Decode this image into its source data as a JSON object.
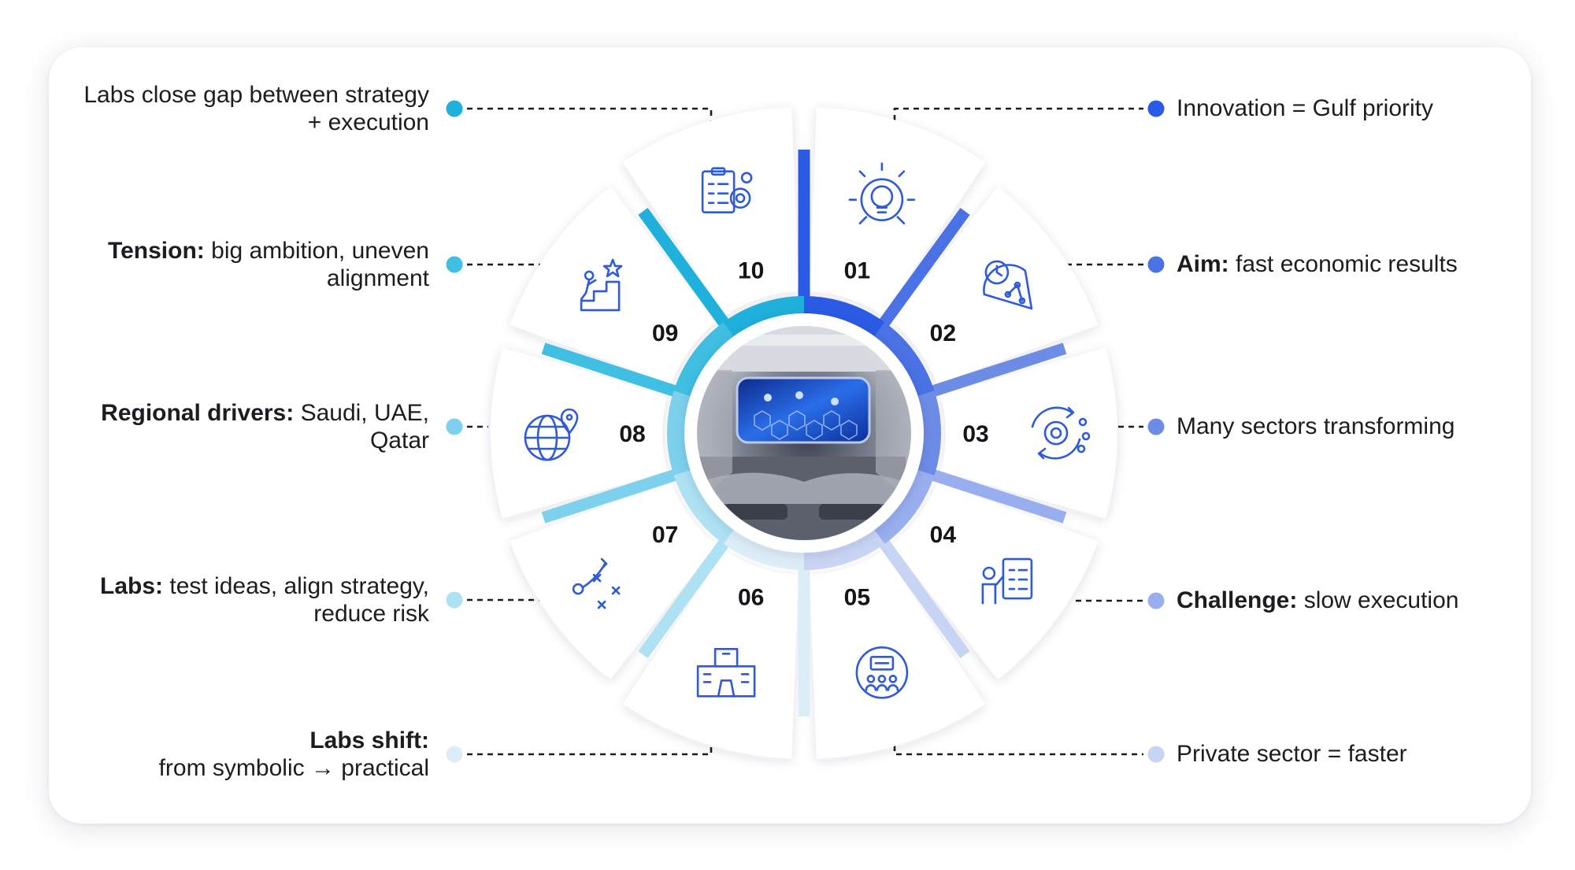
{
  "colors": {
    "items": [
      "#2a5ae6",
      "#4a72e4",
      "#6d8ce6",
      "#98aeee",
      "#c8d4f4",
      "#ddedf7",
      "#aee2f2",
      "#7dd1ec",
      "#3fbfe2",
      "#1fb0dc"
    ]
  },
  "items": [
    {
      "number": "01",
      "icon": "lightbulb-gear-icon",
      "label_bold": "",
      "label_text": "Innovation = Gulf priority"
    },
    {
      "number": "02",
      "icon": "clock-chart-icon",
      "label_bold": "Aim:",
      "label_text": "fast economic results"
    },
    {
      "number": "03",
      "icon": "gear-cycle-icon",
      "label_bold": "",
      "label_text": "Many sectors transforming"
    },
    {
      "number": "04",
      "icon": "presentation-checklist-icon",
      "label_bold": "Challenge:",
      "label_text": "slow execution"
    },
    {
      "number": "05",
      "icon": "team-meeting-icon",
      "label_bold": "",
      "label_text": "Private sector = faster"
    },
    {
      "number": "06",
      "icon": "lab-building-icon",
      "label_bold": "Labs shift:",
      "label_text": "from symbolic → practical"
    },
    {
      "number": "07",
      "icon": "strategy-play-icon",
      "label_bold": "Labs:",
      "label_text": "test ideas, align strategy, reduce risk"
    },
    {
      "number": "08",
      "icon": "globe-pin-icon",
      "label_bold": "Regional drivers:",
      "label_text": "Saudi, UAE, Qatar"
    },
    {
      "number": "09",
      "icon": "climbing-stairs-star-icon",
      "label_bold": "Tension:",
      "label_text": "big ambition, uneven alignment"
    },
    {
      "number": "10",
      "icon": "checklist-gears-icon",
      "label_bold": "",
      "label_text": "Labs close gap between strategy + execution"
    }
  ]
}
